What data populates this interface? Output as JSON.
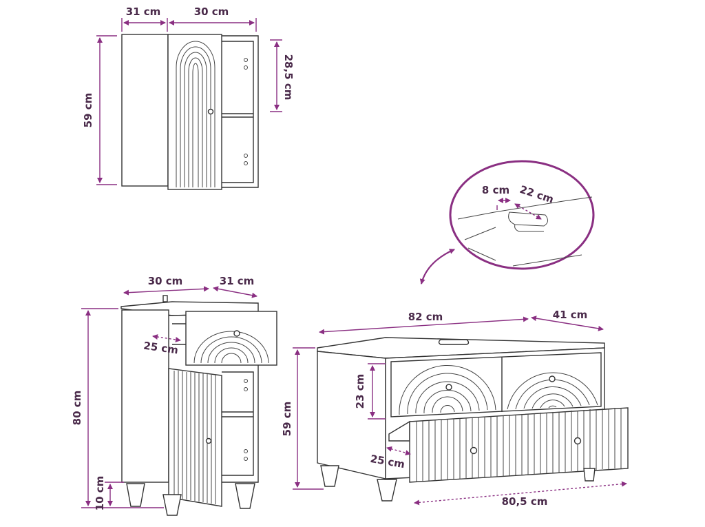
{
  "wall_cabinet": {
    "width_left": "31 cm",
    "width_right": "30 cm",
    "height": "59 cm",
    "shelf_gap": "28,5 cm"
  },
  "detail": {
    "edge_width": "8 cm",
    "cutout_width": "22 cm"
  },
  "side_cabinet": {
    "top_width": "30 cm",
    "depth": "31 cm",
    "drawer_inner_depth": "25 cm",
    "height": "80 cm",
    "leg_height": "10 cm"
  },
  "vanity": {
    "width": "82 cm",
    "depth": "41 cm",
    "height": "59 cm",
    "drawer_height": "23 cm",
    "drawer_inner_depth": "25 cm",
    "bottom_width": "80,5 cm"
  },
  "colors": {
    "dimension": "#8a2f82",
    "outline": "#333333"
  }
}
